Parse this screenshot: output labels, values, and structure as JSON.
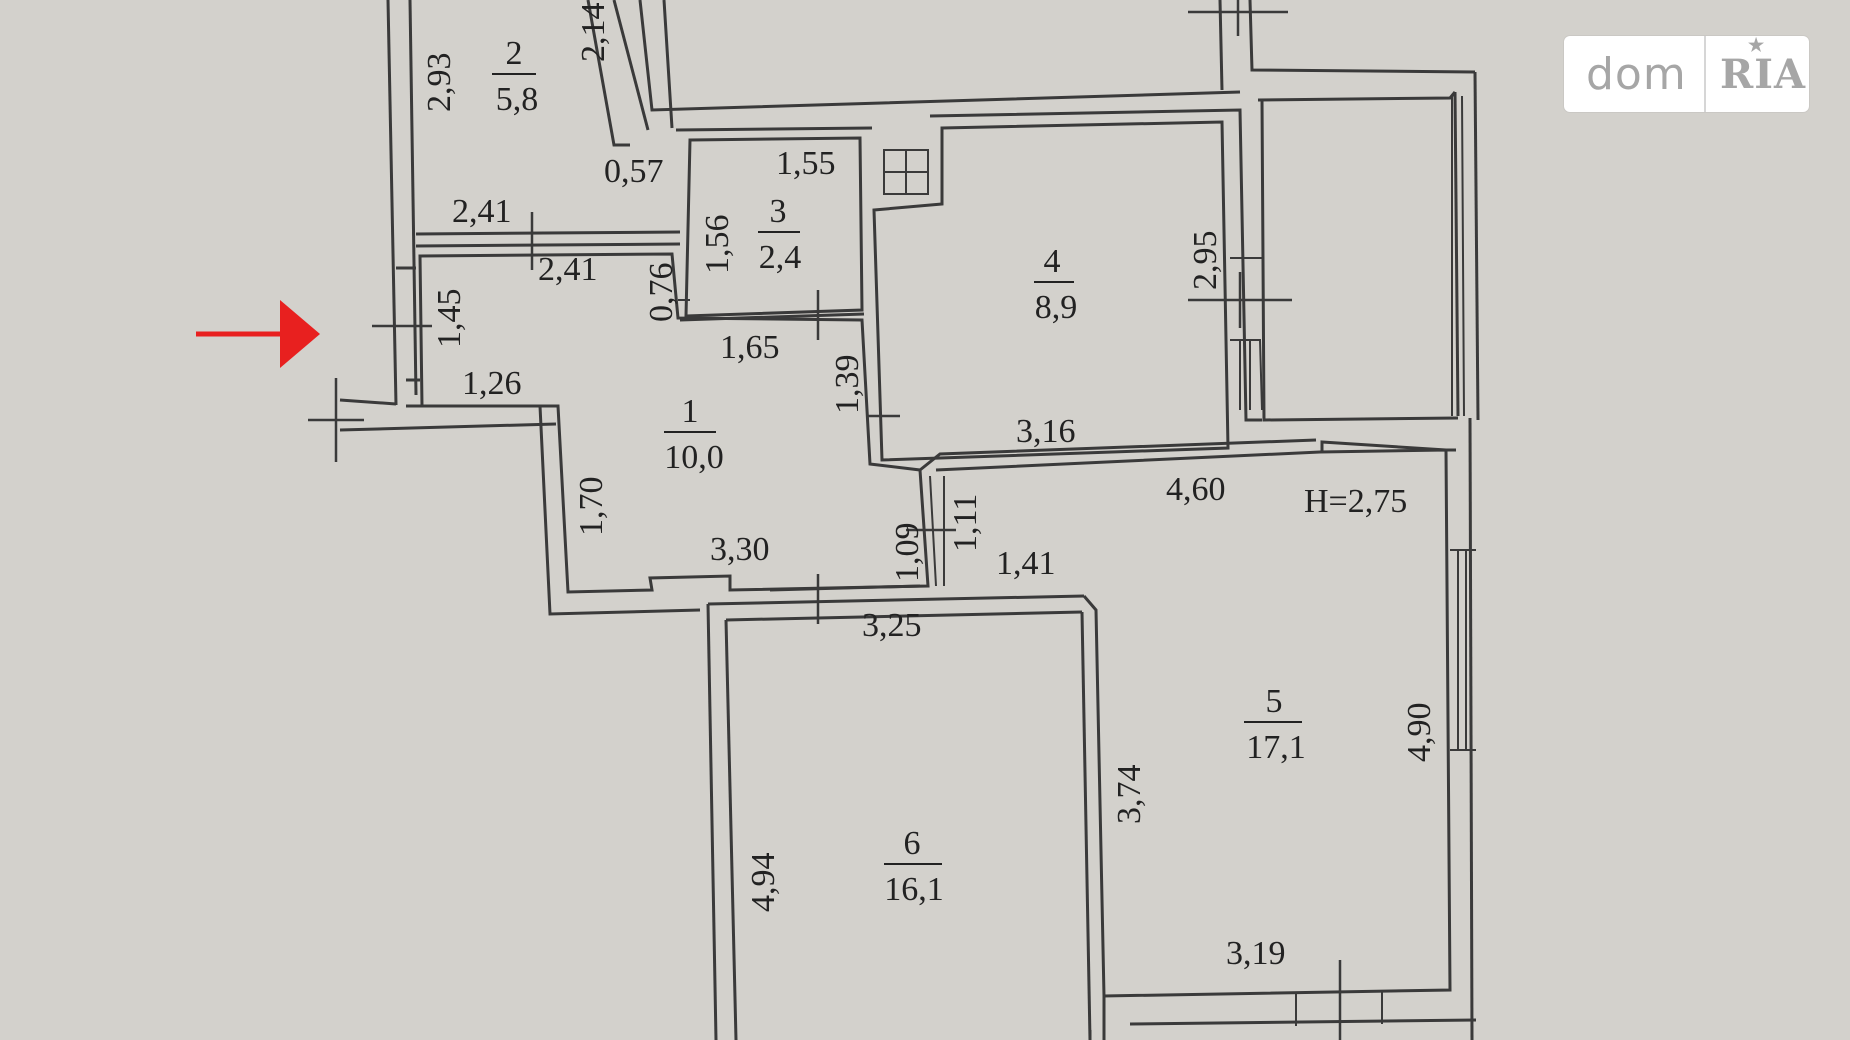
{
  "plan": {
    "height_label": "H=2,75",
    "rooms": [
      {
        "number": "1",
        "area": "10,0"
      },
      {
        "number": "2",
        "area": "5,8"
      },
      {
        "number": "3",
        "area": "2,4"
      },
      {
        "number": "4",
        "area": "8,9"
      },
      {
        "number": "5",
        "area": "17,1"
      },
      {
        "number": "6",
        "area": "16,1"
      }
    ],
    "dimensions": {
      "d293": "2,93",
      "d214": "2,14",
      "d057": "0,57",
      "d155": "1,55",
      "d156": "1,56",
      "d241a": "2,41",
      "d241b": "2,41",
      "d076": "0,76",
      "d145": "1,45",
      "d126": "1,26",
      "d165": "1,65",
      "d139": "1,39",
      "d295": "2,95",
      "d316": "3,16",
      "d170": "1,70",
      "d330": "3,30",
      "d109": "1,09",
      "d111": "1,11",
      "d460": "4,60",
      "d141": "1,41",
      "d325": "3,25",
      "d374": "3,74",
      "d490": "4,90",
      "d494": "4,94",
      "d319": "3,19"
    }
  },
  "entrance_arrow": {
    "color": "#e8201f",
    "icon": "arrow-right-icon"
  },
  "logo": {
    "left_text": "dom",
    "right_text": "RIA",
    "star_glyph": "★"
  }
}
